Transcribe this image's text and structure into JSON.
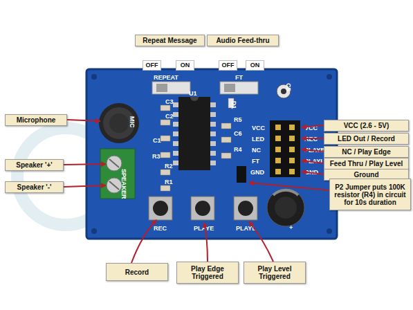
{
  "diagram": {
    "nodes": [
      {
        "text": [
          "Repeat Message"
        ]
      },
      {
        "text": [
          "Audio Feed-thru"
        ]
      },
      {
        "text": [
          "OFF"
        ]
      },
      {
        "text": [
          "ON"
        ]
      },
      {
        "text": [
          "OFF"
        ]
      },
      {
        "text": [
          "ON"
        ]
      },
      {
        "text": [
          "Microphone"
        ]
      },
      {
        "text": [
          "VCC (2.6 - 5V)"
        ]
      },
      {
        "text": [
          "LED Out / Record"
        ]
      },
      {
        "text": [
          "NC / Play Edge"
        ]
      },
      {
        "text": [
          "Speaker '+'"
        ]
      },
      {
        "text": [
          "Feed Thru / Play Level"
        ]
      },
      {
        "text": [
          "Ground"
        ]
      },
      {
        "text": [
          "Speaker '-'"
        ]
      },
      {
        "text": [
          "P2 Jumper puts 100K resistor (R4) in circuit for 10s duration"
        ]
      },
      {
        "text": [
          "Record"
        ]
      },
      {
        "text": [
          "Play Edge Triggered"
        ]
      },
      {
        "text": [
          "Play Level Triggered"
        ]
      }
    ],
    "labels": [
      "REPEAT",
      "FT",
      "C5",
      "U1",
      "C3",
      "C2",
      "C1",
      "R3",
      "R2",
      "R1",
      "MIC",
      "SPEAKER",
      "R5",
      "D1",
      "C6",
      "R4",
      "VCC",
      "LED",
      "NC",
      "FT",
      "GND",
      "VCC",
      "REC",
      "PLAYE",
      "PLAYL",
      "GND",
      "REC",
      "PLAYE",
      "PLAYL",
      "+"
    ]
  }
}
